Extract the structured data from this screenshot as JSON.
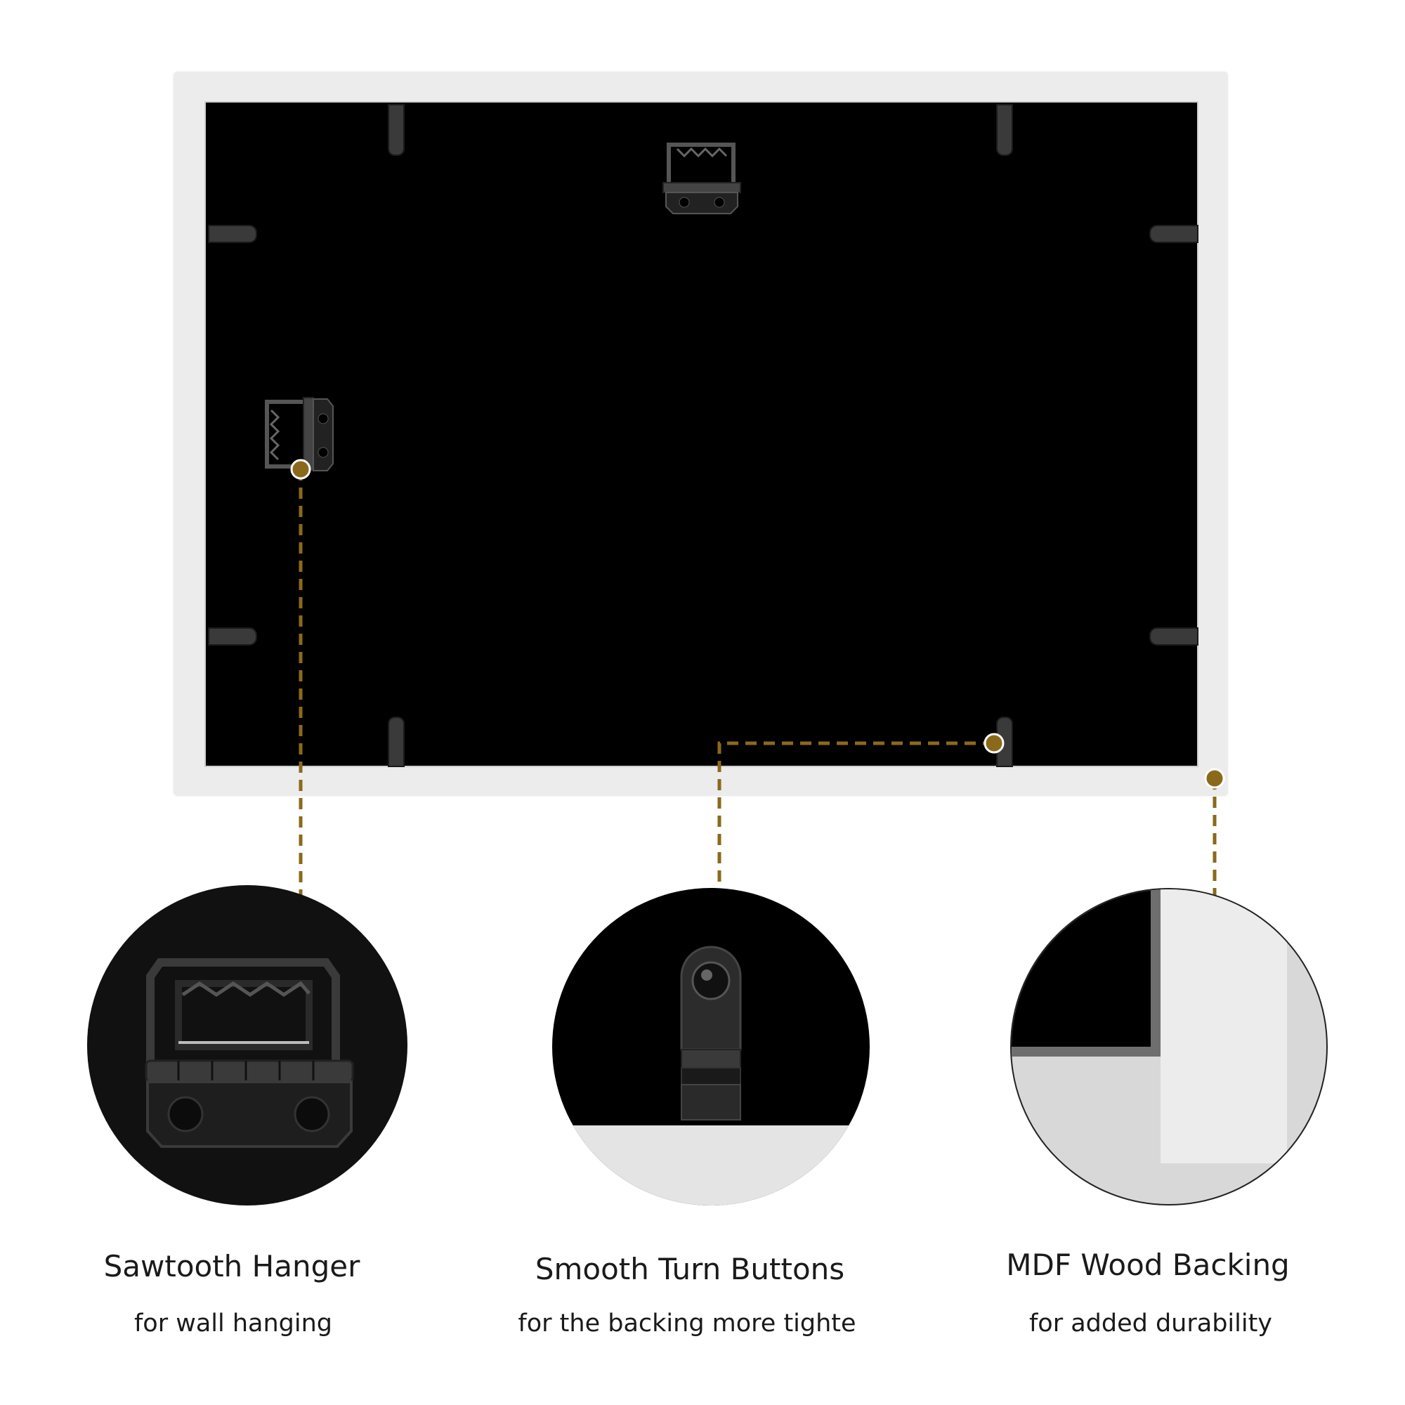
{
  "features": [
    {
      "title": "Sawtooth Hanger",
      "subtitle": "for wall hanging"
    },
    {
      "title": "Smooth Turn Buttons",
      "subtitle": "for the backing more tighte"
    },
    {
      "title": "MDF Wood Backing",
      "subtitle": "for added durability"
    }
  ],
  "colors": {
    "frame": "#ececec",
    "backing": "#000000",
    "callout": "#8a6a1a"
  }
}
